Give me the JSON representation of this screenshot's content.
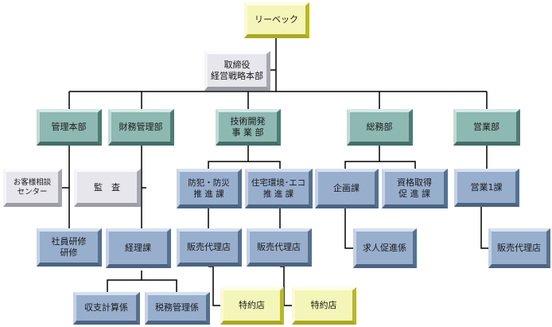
{
  "diagram": {
    "top": {
      "label": "リーベック"
    },
    "strategy": {
      "label": "取締役\n経営戦略本部"
    },
    "departments": {
      "kanri": {
        "label": "管理本部"
      },
      "zaimu": {
        "label": "財務管理部"
      },
      "gijutsu": {
        "label": "技術開発\n事 業 部"
      },
      "somu": {
        "label": "総務部"
      },
      "eigyo": {
        "label": "営業部"
      }
    },
    "sections": {
      "customer_consult": {
        "label": "お客様相談\nセンター"
      },
      "audit": {
        "label": "監　査"
      },
      "staff_training": {
        "label": "社員研修\n研修"
      },
      "accounting": {
        "label": "経理課"
      },
      "revenue_calc": {
        "label": "収支計算係"
      },
      "tax": {
        "label": "税務管理係"
      },
      "crime_disaster": {
        "label": "防犯・防災\n推 進 課"
      },
      "housing_eco": {
        "label": "住宅環境･エコ\n推 進 課"
      },
      "agency_1": {
        "label": "販売代理店"
      },
      "agency_2": {
        "label": "販売代理店"
      },
      "special_1": {
        "label": "特約店"
      },
      "special_2": {
        "label": "特約店"
      },
      "planning": {
        "label": "企画課"
      },
      "qualification": {
        "label": "資格取得\n促 進 課"
      },
      "recruit": {
        "label": "求人促進係"
      },
      "sales1": {
        "label": "営業1課"
      },
      "agency_3": {
        "label": "販売代理店"
      }
    },
    "colors": {
      "box_blue": "#98aecd",
      "box_teal": "#8eb8b2",
      "box_gray": "#e6e6ec",
      "box_yellow": "#f4f5b8",
      "connector": "#000000"
    }
  }
}
